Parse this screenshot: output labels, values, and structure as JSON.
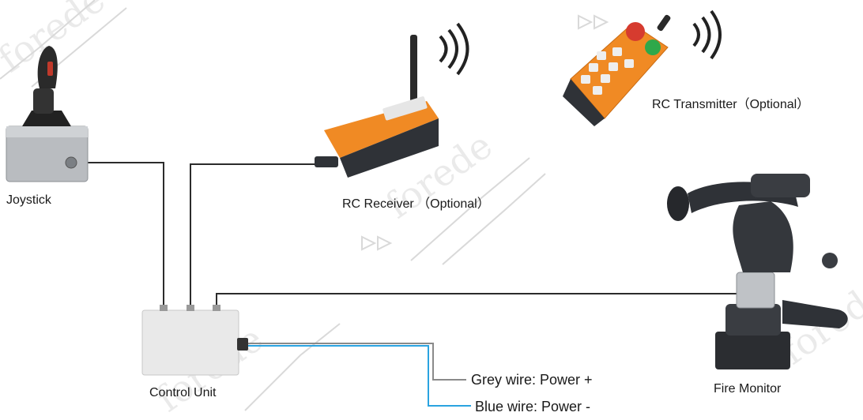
{
  "labels": {
    "joystick": "Joystick",
    "rc_receiver": "RC Receiver （Optional）",
    "rc_transmitter": "RC Transmitter（Optional）",
    "control_unit": "Control Unit",
    "fire_monitor": "Fire Monitor",
    "grey_wire": "Grey wire: Power +",
    "blue_wire": "Blue wire: Power -"
  },
  "watermark": "forede",
  "colors": {
    "signal_wire": "#2b2b2b",
    "grey_wire": "#8a8a8a",
    "blue_wire": "#2aa3e0",
    "accent_orange": "#f08a24",
    "device_dark": "#2f3237"
  }
}
